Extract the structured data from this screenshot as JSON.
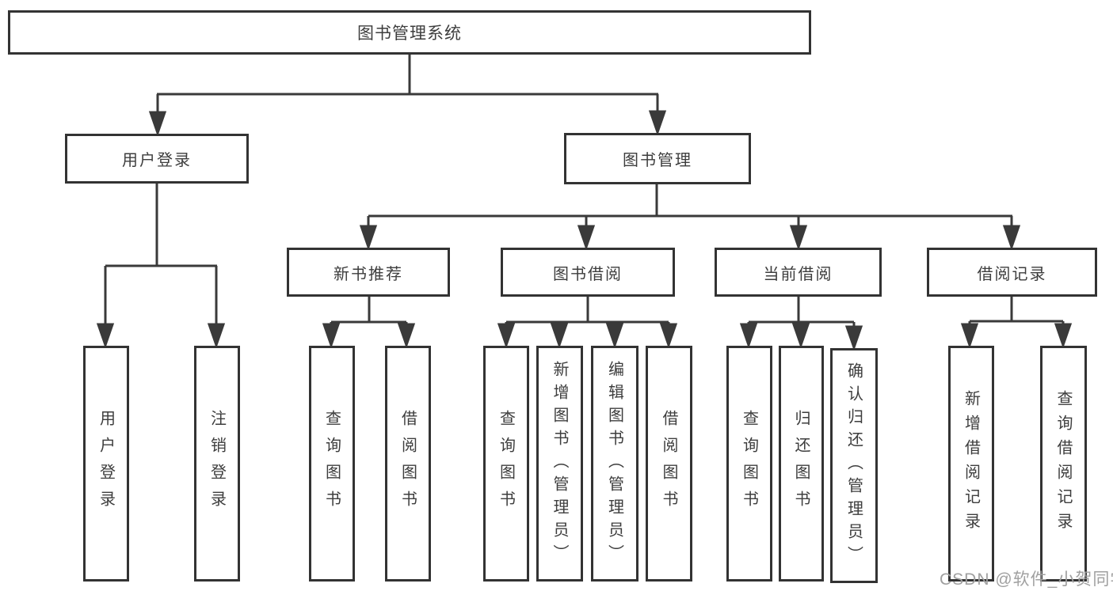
{
  "diagram": {
    "root": "图书管理系统",
    "login": {
      "label": "用户登录",
      "items": [
        "用户登录",
        "注销登录"
      ]
    },
    "management": {
      "label": "图书管理",
      "groups": [
        {
          "label": "新书推荐",
          "items": [
            "查询图书",
            "借阅图书"
          ]
        },
        {
          "label": "图书借阅",
          "items": [
            "查询图书",
            "新增图书（管理员）",
            "编辑图书（管理员）",
            "借阅图书"
          ]
        },
        {
          "label": "当前借阅",
          "items": [
            "查询图书",
            "归还图书",
            "确认归还（管理员）"
          ]
        },
        {
          "label": "借阅记录",
          "items": [
            "新增借阅记录",
            "查询借阅记录"
          ]
        }
      ]
    },
    "line_color": "#3a3a3a"
  },
  "watermark": {
    "text": "CSDN @软件_小贺同学",
    "color": "#a0a0a0"
  }
}
